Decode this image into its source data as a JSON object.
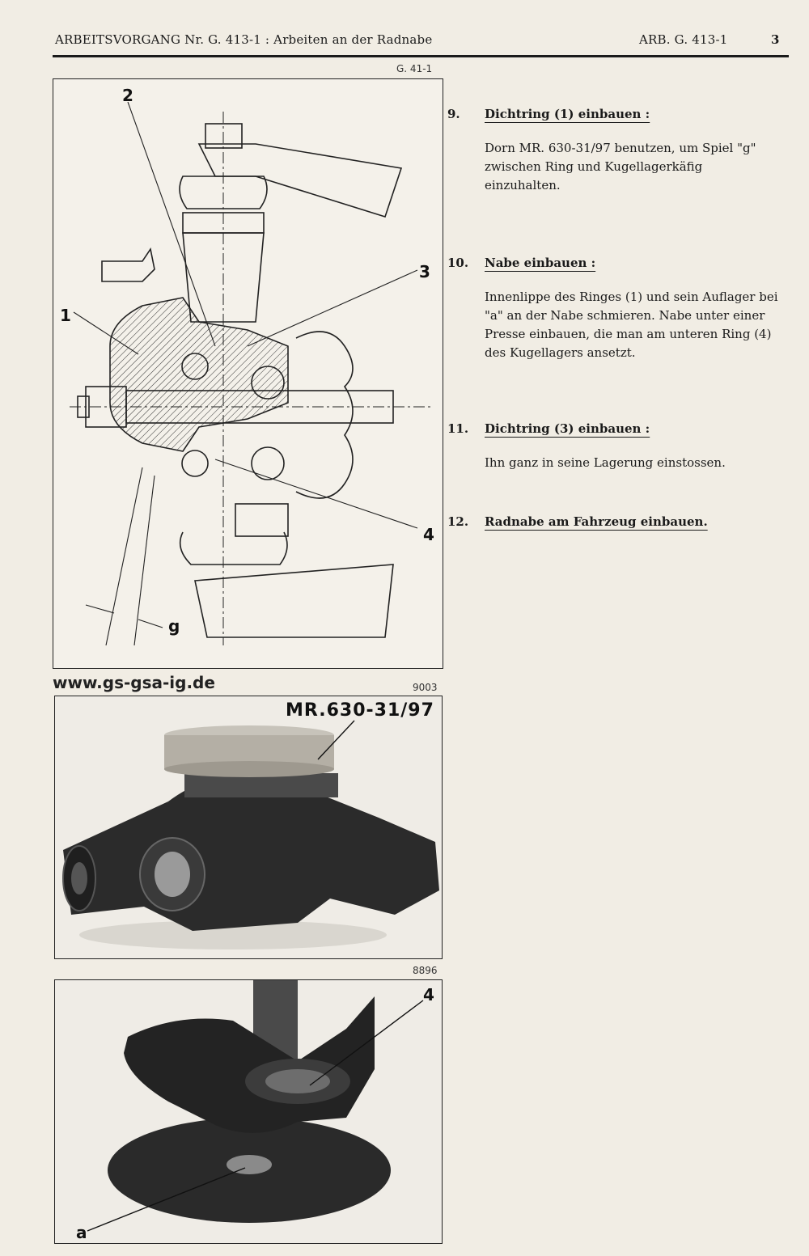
{
  "header": {
    "left": "ARBEITSVORGANG Nr. G. 413-1 :  Arbeiten an der Radnabe",
    "ref": "ARB. G. 413-1",
    "page": "3"
  },
  "figure1": {
    "code": "G. 41-1",
    "labels": [
      "2",
      "3",
      "1",
      "4",
      "g"
    ]
  },
  "website": "www.gs-gsa-ig.de",
  "figure2": {
    "code": "9003",
    "tool": "MR.630-31/97"
  },
  "figure3": {
    "code": "8896",
    "labels": [
      "4",
      "a"
    ]
  },
  "steps": [
    {
      "num": "9.",
      "title": "Dichtring (1) einbauen :",
      "body": "Dorn MR. 630-31/97 benutzen, um Spiel \"g\" zwischen Ring und Kugellagerkäfig einzuhalten."
    },
    {
      "num": "10.",
      "title": "Nabe einbauen :",
      "body": "Innenlippe des Ringes (1) und sein Auflager bei \"a\" an der Nabe schmieren. Nabe unter einer Presse einbauen, die man am unteren Ring (4) des Kugellagers ansetzt."
    },
    {
      "num": "11.",
      "title": "Dichtring (3) einbauen :",
      "body": "Ihn ganz in seine Lagerung einstossen."
    },
    {
      "num": "12.",
      "title": "Radnabe am Fahrzeug einbauen.",
      "body": ""
    }
  ]
}
